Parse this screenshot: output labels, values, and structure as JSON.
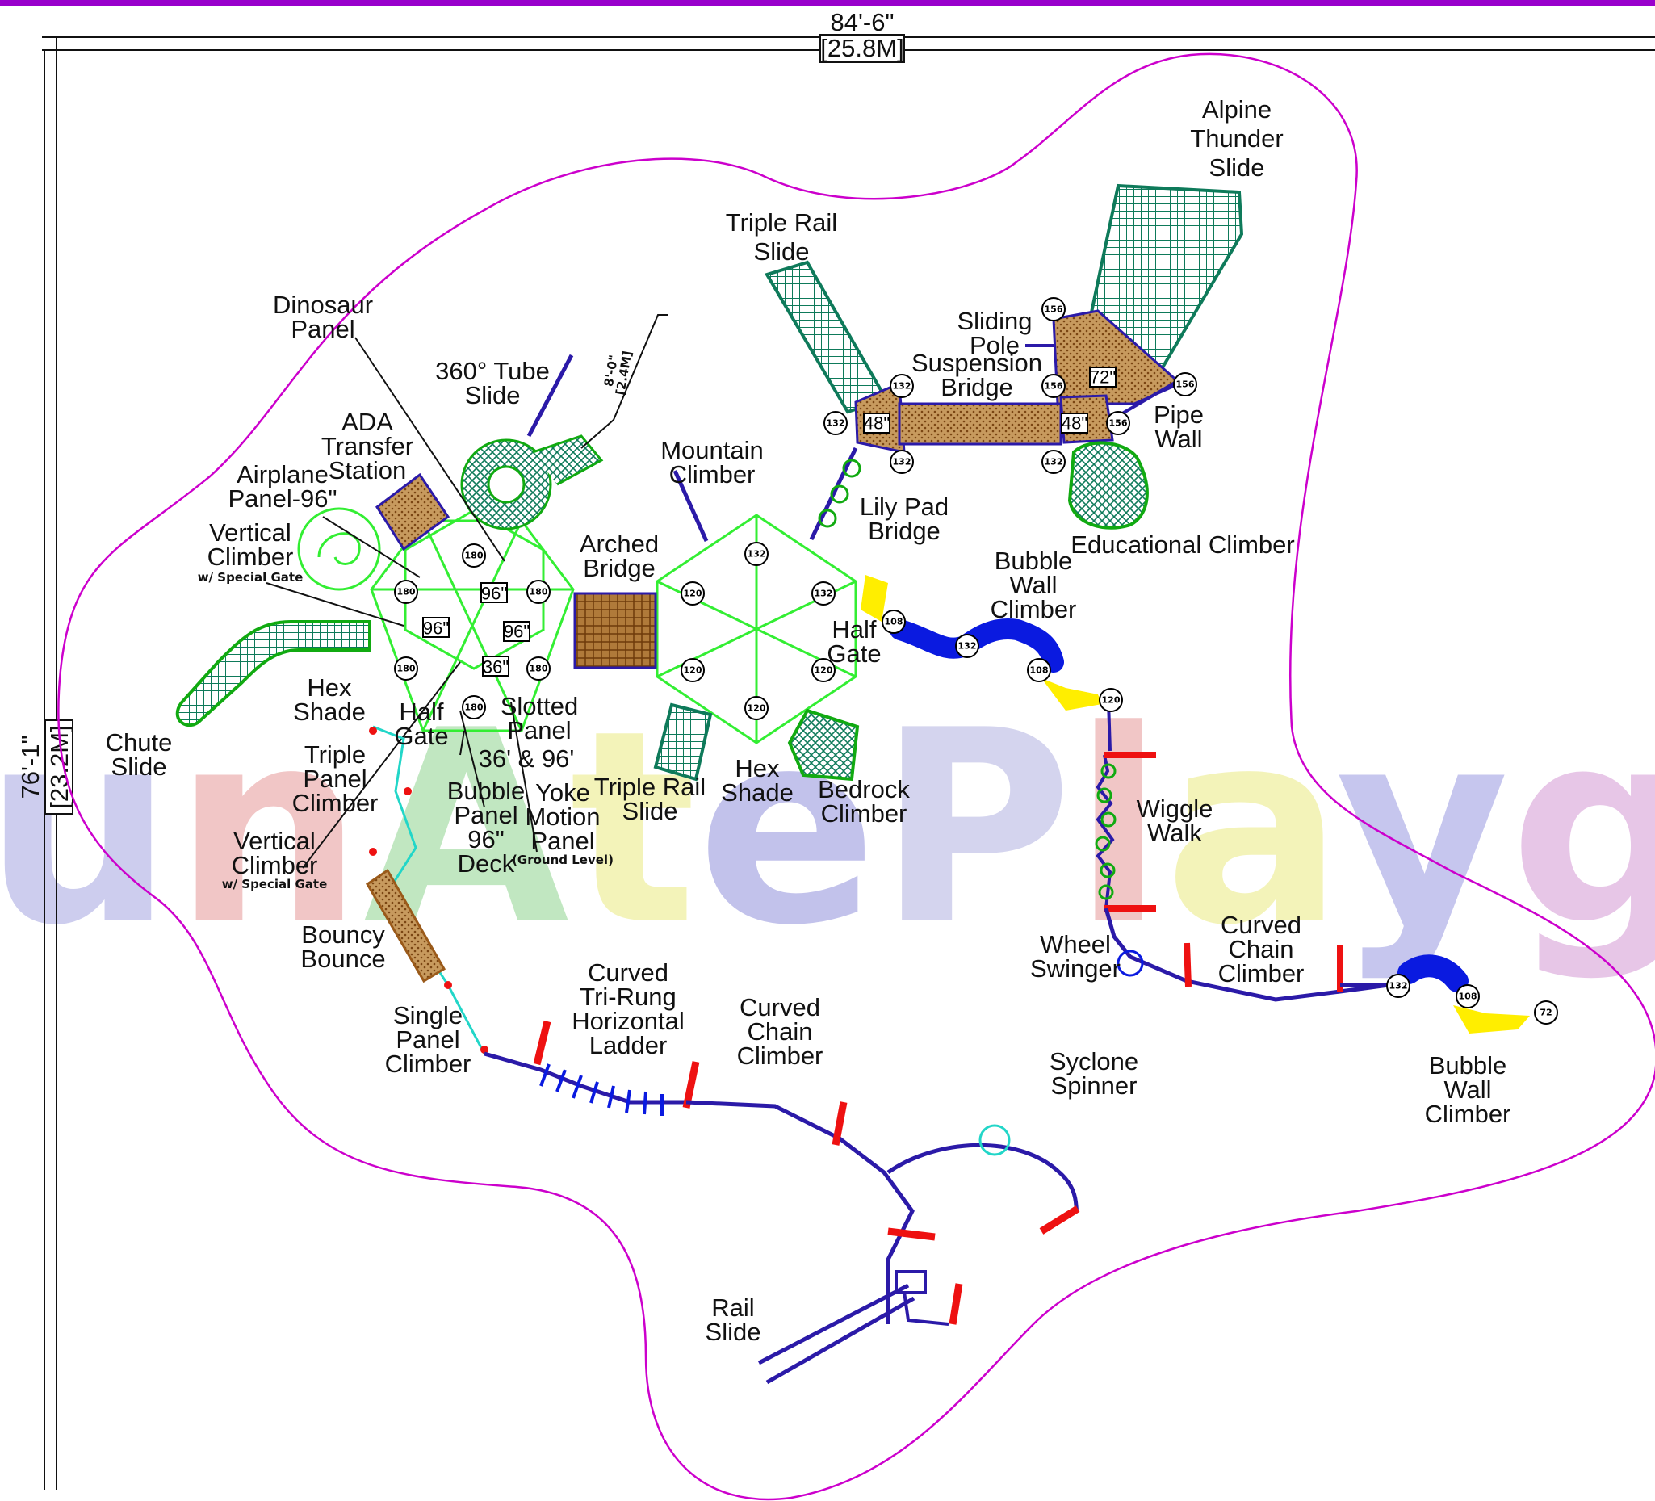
{
  "dimensions": {
    "width_ft": "84'-6\"",
    "width_m": "[25.8M]",
    "height_ft": "76'-1\"",
    "height_m": "[23.2M]"
  },
  "labels": {
    "alpine_thunder_slide": [
      "Alpine",
      "Thunder",
      "Slide"
    ],
    "triple_rail_slide_top": [
      "Triple Rail",
      "Slide"
    ],
    "sliding_pole": [
      "Sliding",
      "Pole"
    ],
    "suspension_bridge": [
      "Suspension",
      "Bridge"
    ],
    "pipe_wall": [
      "Pipe",
      "Wall"
    ],
    "dinosaur_panel": [
      "Dinosaur",
      "Panel"
    ],
    "tube_slide": [
      "360° Tube",
      "Slide"
    ],
    "tube_slide_dim": [
      "8'-0\"",
      "[2.4M]"
    ],
    "ada_transfer": [
      "ADA",
      "Transfer",
      "Station"
    ],
    "airplane_panel": [
      "Airplane",
      "Panel-96\""
    ],
    "vertical_climber_top": [
      "Vertical",
      "Climber"
    ],
    "vertical_climber_top_note": "w/ Special Gate",
    "mountain_climber": [
      "Mountain",
      "Climber"
    ],
    "lily_pad_bridge": [
      "Lily Pad",
      "Bridge"
    ],
    "educational_climber": "Educational Climber",
    "bubble_wall_climber_top": [
      "Bubble",
      "Wall",
      "Climber"
    ],
    "arched_bridge": [
      "Arched",
      "Bridge"
    ],
    "half_gate_right": [
      "Half",
      "Gate"
    ],
    "chute_slide": [
      "Chute",
      "Slide"
    ],
    "hex_shade_left": [
      "Hex",
      "Shade"
    ],
    "half_gate_left": [
      "Half",
      "Gate"
    ],
    "slotted_panel": [
      "Slotted",
      "Panel"
    ],
    "slotted_sizes": "36' & 96'",
    "triple_panel_climber": [
      "Triple",
      "Panel",
      "Climber"
    ],
    "bubble_panel": [
      "Bubble",
      "Panel"
    ],
    "deck_96": [
      "96\"",
      "Deck"
    ],
    "yoke_motion_panel": [
      "Yoke",
      "Motion",
      "Panel"
    ],
    "ground_level": "(Ground Level)",
    "triple_rail_slide_bottom": [
      "Triple Rail",
      "Slide"
    ],
    "hex_shade_right": [
      "Hex",
      "Shade"
    ],
    "bedrock_climber": [
      "Bedrock",
      "Climber"
    ],
    "wiggle_walk": [
      "Wiggle",
      "Walk"
    ],
    "vertical_climber_bottom": [
      "Vertical",
      "Climber"
    ],
    "vertical_climber_bottom_note": "w/ Special Gate",
    "bouncy_bounce": [
      "Bouncy",
      "Bounce"
    ],
    "single_panel_climber": [
      "Single",
      "Panel",
      "Climber"
    ],
    "curved_tri_rung": [
      "Curved",
      "Tri-Rung",
      "Horizontal",
      "Ladder"
    ],
    "curved_chain_climber_left": [
      "Curved",
      "Chain",
      "Climber"
    ],
    "wheel_swinger": [
      "Wheel",
      "Swinger"
    ],
    "curved_chain_climber_right": [
      "Curved",
      "Chain",
      "Climber"
    ],
    "syclone_spinner": [
      "Syclone",
      "Spinner"
    ],
    "bubble_wall_climber_bottom": [
      "Bubble",
      "Wall",
      "Climber"
    ],
    "rail_slide": [
      "Rail",
      "Slide"
    ]
  },
  "deck_heights": {
    "tower_a_center": "96\"",
    "tower_a_left": "96\"",
    "tower_a_right": "96\"",
    "tower_a_bottom": "36\"",
    "upper_left": "48\"",
    "upper_center": "72\"",
    "upper_right": "48\""
  },
  "post_heights": {
    "tower_a": [
      "180",
      "180",
      "180",
      "180",
      "180",
      "180"
    ],
    "tower_b": [
      "132",
      "132",
      "120",
      "120",
      "120",
      "120"
    ],
    "upper": [
      "156",
      "132",
      "132",
      "132",
      "156",
      "156",
      "156",
      "132"
    ],
    "bubble_top": [
      "108",
      "132",
      "108",
      "120"
    ],
    "bubble_bottom": [
      "132",
      "108",
      "72"
    ]
  },
  "watermark": {
    "text": "unAtePlaygro",
    "colors": [
      "#8a8ad8",
      "#e07878",
      "#6ec86e",
      "#e4e45a",
      "#7070d0",
      "#9a9ad8",
      "#e07878",
      "#e4e45a",
      "#7a7ad8",
      "#c878c8",
      "#d07070",
      "#7a7ad8"
    ]
  },
  "colors": {
    "boundary": "#cc00cc",
    "top_border": "#9900cc",
    "green_lines": "#33ee33",
    "slide_green": "#0e7a5a",
    "bright_green": "#11aa11",
    "navy": "#2b1aa8",
    "red": "#ee1111",
    "blue": "#0a1ae0",
    "yellow": "#ffee00",
    "brown": "#9a5a1a",
    "teal": "#22d6c8"
  }
}
